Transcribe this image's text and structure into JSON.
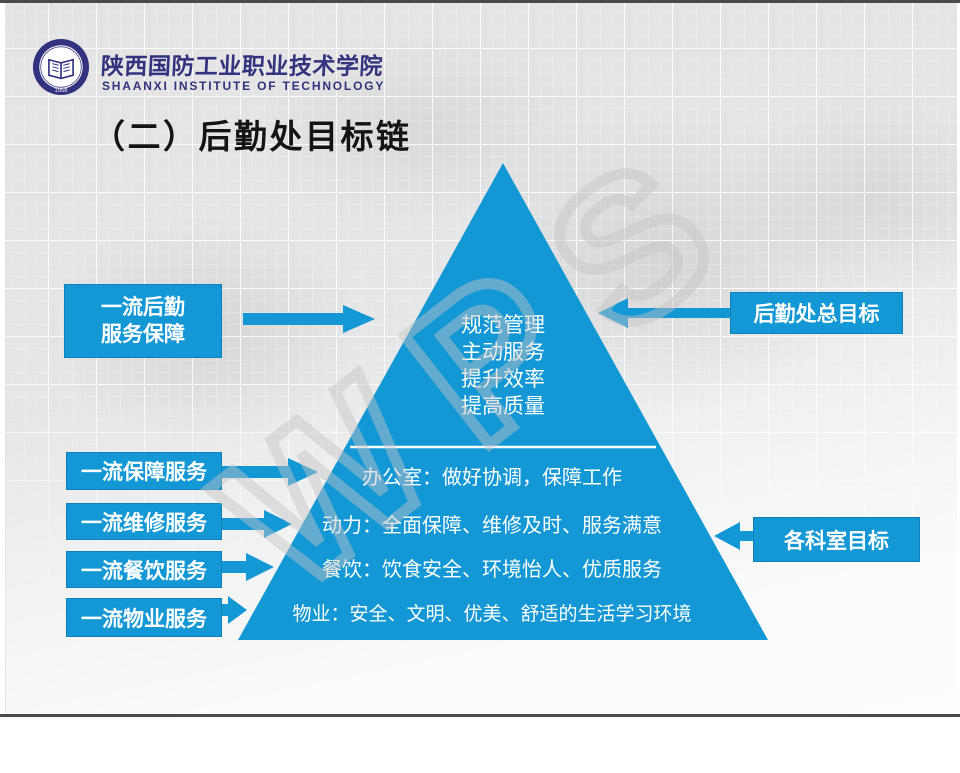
{
  "slide": {
    "logo": {
      "cn_name": "陕西国防工业职业技术学院",
      "en_name": "SHAANXI  INSTITUTE  OF  TECHNOLOGY",
      "badge_year": "1958"
    },
    "title": "（二）后勤处目标链",
    "watermark": "WPS",
    "colors": {
      "blue": "#1397d5",
      "navy": "#32327f",
      "watermark_gray": "#c8c8c8"
    },
    "pyramid": {
      "top_lines": [
        "规范管理",
        "主动服务",
        "提升效率",
        "提高质量"
      ],
      "rows": [
        "办公室：做好协调，保障工作",
        "动力：全面保障、维修及时、服务满意",
        "餐饮：饮食安全、环境怡人、优质服务",
        "物业：安全、文明、优美、舒适的生活学习环境"
      ]
    },
    "left_boxes": [
      "一流后勤\n服务保障",
      "一流保障服务",
      "一流维修服务",
      "一流餐饮服务",
      "一流物业服务"
    ],
    "right_boxes": [
      "后勤处总目标",
      "各科室目标"
    ]
  }
}
